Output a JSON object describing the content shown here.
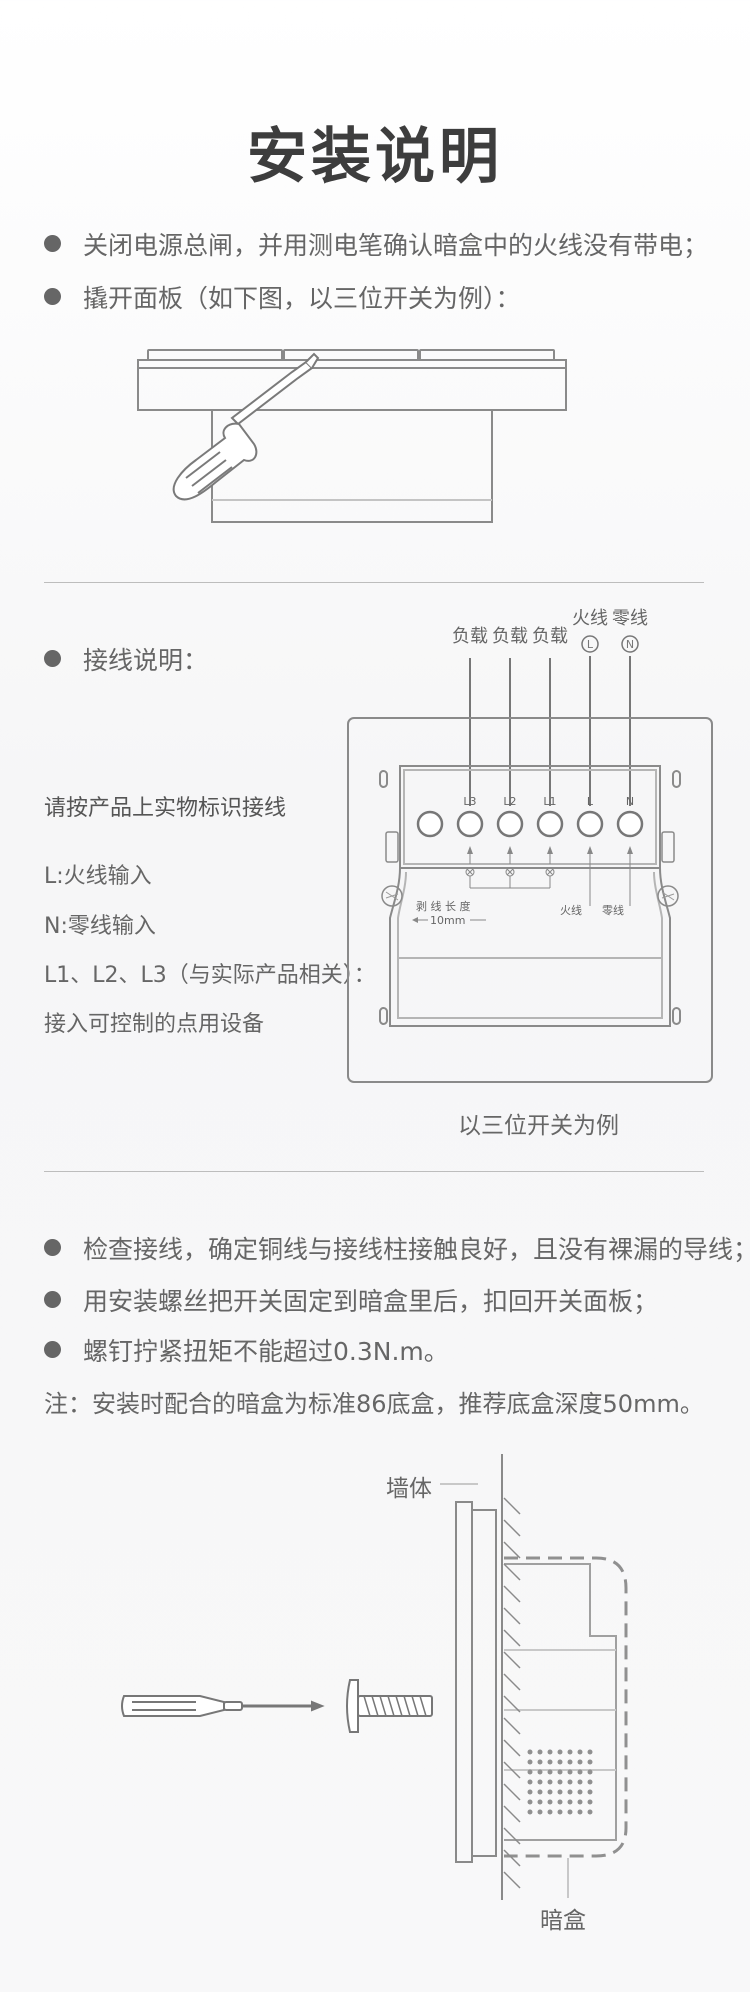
{
  "title": "安装说明",
  "step1": {
    "bullets": [
      "关闭电源总闸，并用测电笔确认暗盒中的火线没有带电；",
      "撬开面板（如下图，以三位开关为例）："
    ]
  },
  "step2": {
    "bullet": "接线说明：",
    "wiring_heading": "请按产品上实物标识接线",
    "legend": [
      "L:火线输入",
      "N:零线输入",
      "L1、L2、L3（与实际产品相关）：",
      "接入可控制的点用设备"
    ],
    "diagram": {
      "top_labels": [
        "负载",
        "负载",
        "负载",
        "火线",
        "零线"
      ],
      "circled": [
        "L",
        "N"
      ],
      "terminals": [
        "L3",
        "L2",
        "L1",
        "L",
        "N"
      ],
      "strip_label": "剥 线 长 度",
      "strip_length": "10mm",
      "live_label": "火线",
      "neutral_label": "零线"
    },
    "caption": "以三位开关为例"
  },
  "step3": {
    "bullets": [
      "检查接线，确定铜线与接线柱接触良好，且没有裸漏的导线；",
      "用安装螺丝把开关固定到暗盒里后，扣回开关面板；",
      "螺钉拧紧扭矩不能超过0.3N.m。"
    ],
    "note": "注：安装时配合的暗盒为标准86底盒，推荐底盒深度50mm。",
    "wall_label": "墙体",
    "box_label": "暗盒"
  }
}
